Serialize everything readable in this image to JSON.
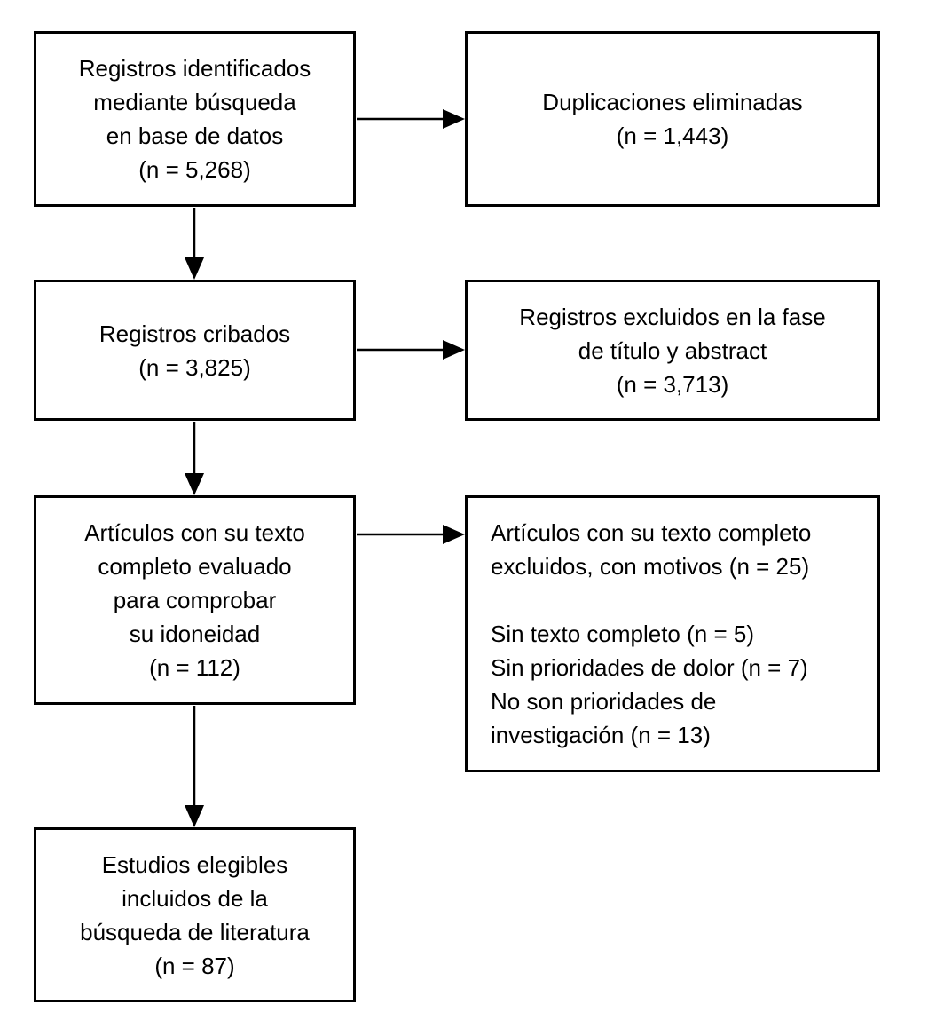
{
  "colors": {
    "line": "#000000",
    "text": "#000000",
    "background": "#ffffff"
  },
  "flowchart": {
    "nodes": [
      {
        "id": "identified",
        "n": "5,268",
        "lines": [
          "Registros identificados",
          "mediante búsqueda",
          "en base de datos",
          "(n = 5,268)"
        ]
      },
      {
        "id": "duplicates-removed",
        "n": "1,443",
        "lines": [
          "Duplicaciones eliminadas",
          "(n = 1,443)"
        ]
      },
      {
        "id": "screened",
        "n": "3,825",
        "lines": [
          "Registros cribados",
          "(n = 3,825)"
        ]
      },
      {
        "id": "excluded-title-abstract",
        "n": "3,713",
        "lines": [
          "Registros excluidos en la fase",
          "de título y abstract",
          "(n = 3,713)"
        ]
      },
      {
        "id": "fulltext-assessed",
        "n": "112",
        "lines": [
          "Artículos con su texto",
          "completo evaluado",
          "para comprobar",
          "su idoneidad",
          "(n = 112)"
        ]
      },
      {
        "id": "fulltext-excluded",
        "n": "25",
        "lines": [
          "Artículos con su texto completo",
          "excluidos, con motivos (n = 25)",
          "",
          "Sin texto completo (n = 5)",
          "Sin prioridades de dolor (n = 7)",
          "No son prioridades de",
          "investigación (n = 13)"
        ],
        "reasons": [
          {
            "label": "Sin texto completo",
            "n": "5"
          },
          {
            "label": "Sin prioridades de dolor",
            "n": "7"
          },
          {
            "label": "No son prioridades de investigación",
            "n": "13"
          }
        ]
      },
      {
        "id": "eligible-included",
        "n": "87",
        "lines": [
          "Estudios elegibles",
          "incluidos de la",
          "búsqueda de literatura",
          "(n = 87)"
        ]
      }
    ],
    "edges": [
      {
        "from": "identified",
        "to": "duplicates-removed",
        "direction": "right"
      },
      {
        "from": "identified",
        "to": "screened",
        "direction": "down"
      },
      {
        "from": "screened",
        "to": "excluded-title-abstract",
        "direction": "right"
      },
      {
        "from": "screened",
        "to": "fulltext-assessed",
        "direction": "down"
      },
      {
        "from": "fulltext-assessed",
        "to": "fulltext-excluded",
        "direction": "right"
      },
      {
        "from": "fulltext-assessed",
        "to": "eligible-included",
        "direction": "down"
      }
    ]
  }
}
